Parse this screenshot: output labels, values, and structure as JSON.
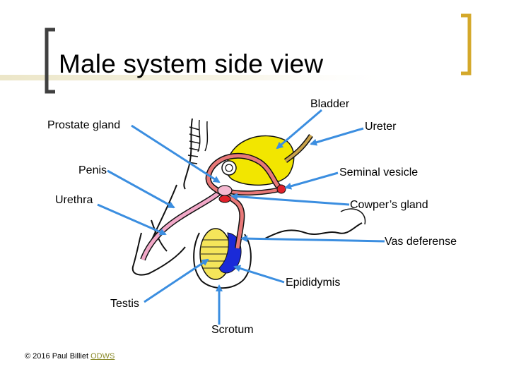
{
  "slide": {
    "title": "Male system side view"
  },
  "labels": {
    "bladder": "Bladder",
    "prostate_gland": "Prostate gland",
    "ureter": "Ureter",
    "penis": "Penis",
    "seminal_vesicle": "Seminal vesicle",
    "urethra": "Urethra",
    "cowpers_gland": "Cowper’s gland",
    "vas_deferense": "Vas deferense",
    "epididymis": "Epididymis",
    "testis": "Testis",
    "scrotum": "Scrotum"
  },
  "footer": {
    "copyright": "© 2016 Paul Billiet ",
    "link": "ODWS"
  },
  "colors": {
    "accent_gold": "#d4a82a",
    "bracket_dark": "#404040",
    "arrow_blue": "#3b8ee0",
    "bladder_yellow": "#f2e600",
    "vessel_pink": "#e87878",
    "testis_yellow": "#f5e55a",
    "epididymis_blue": "#1a2ad8",
    "gland_red": "#e0202a"
  }
}
